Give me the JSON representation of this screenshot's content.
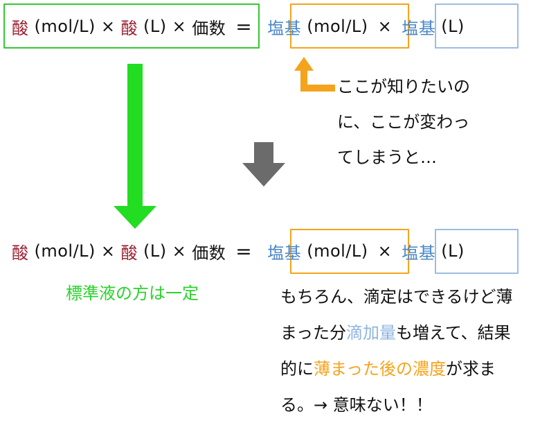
{
  "equation": {
    "acid": "酸",
    "conc_unit": "(mol/L)",
    "times": "×",
    "vol_unit": "(L)",
    "valence": "価数",
    "equals": "=",
    "base": "塩基"
  },
  "colors": {
    "acid": "#9b2233",
    "base": "#4a88c7",
    "green": "#2bd22b",
    "orange": "#f5a31c",
    "gray": "#6b6b6b",
    "base_box": "#9bbde0"
  },
  "note_top": {
    "line1": "ここが知りたいの",
    "line2": "に、ここが変わっ",
    "line3": "てしまうと…"
  },
  "note_standard": "標準液の方は一定",
  "note_bottom": {
    "l1": "もちろん、滴定はできるけど薄",
    "l2_a": "まった分",
    "l2_b": "滴加量",
    "l2_c": "も増えて、結果",
    "l3_a": "的に",
    "l3_b": "薄まった後の濃度",
    "l3_c": "が求ま",
    "l4": "る。→ 意味ない！！"
  }
}
